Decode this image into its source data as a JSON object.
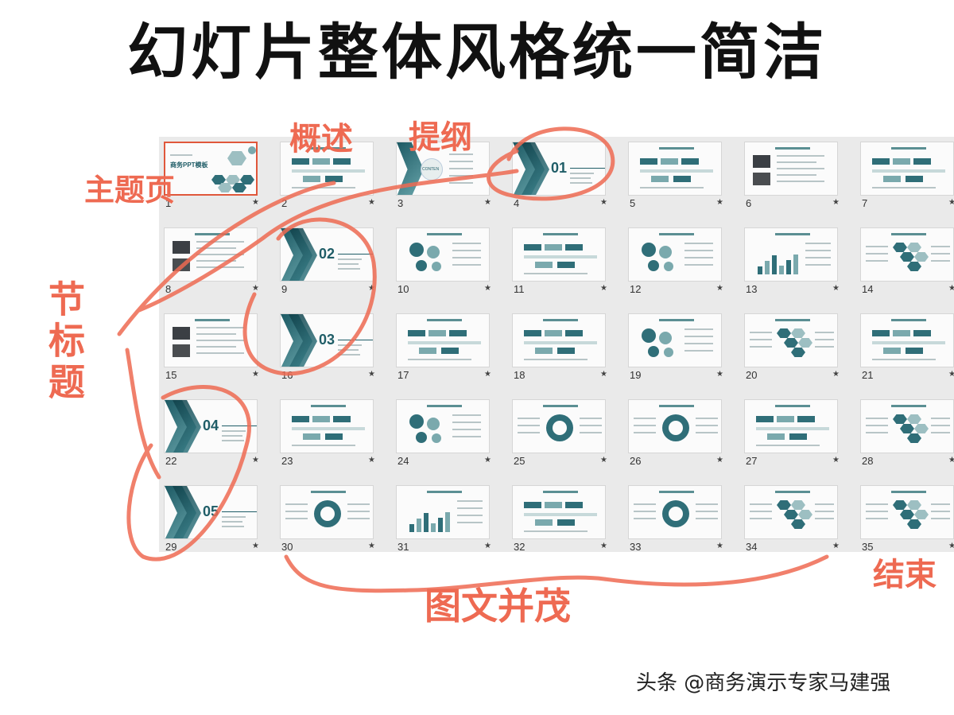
{
  "title": "幻灯片整体风格统一简洁",
  "annotations": {
    "theme_page": "主题页",
    "overview": "概述",
    "outline": "提纲",
    "section_title": "节标题",
    "mixed": "图文并茂",
    "ending": "结束"
  },
  "watermark": "头条 @商务演示专家马建强",
  "colors": {
    "accent": "#2f6e78",
    "annotation": "#ee6a52"
  },
  "slides": [
    {
      "num": "1",
      "kind": "cover",
      "label": "商务PPT模板"
    },
    {
      "num": "2",
      "kind": "timeline"
    },
    {
      "num": "3",
      "kind": "contents",
      "label": "CONTEN"
    },
    {
      "num": "4",
      "kind": "section",
      "label": "01"
    },
    {
      "num": "5",
      "kind": "flow"
    },
    {
      "num": "6",
      "kind": "photos"
    },
    {
      "num": "7",
      "kind": "pyramid"
    },
    {
      "num": "8",
      "kind": "photos2"
    },
    {
      "num": "9",
      "kind": "section",
      "label": "02"
    },
    {
      "num": "10",
      "kind": "circles"
    },
    {
      "num": "11",
      "kind": "boxes"
    },
    {
      "num": "12",
      "kind": "mind"
    },
    {
      "num": "13",
      "kind": "bars"
    },
    {
      "num": "14",
      "kind": "puzzle"
    },
    {
      "num": "15",
      "kind": "map"
    },
    {
      "num": "16",
      "kind": "section",
      "label": "03"
    },
    {
      "num": "17",
      "kind": "diamond"
    },
    {
      "num": "18",
      "kind": "steps"
    },
    {
      "num": "19",
      "kind": "bubbles"
    },
    {
      "num": "20",
      "kind": "hexchain"
    },
    {
      "num": "21",
      "kind": "flow2"
    },
    {
      "num": "22",
      "kind": "section",
      "label": "04"
    },
    {
      "num": "23",
      "kind": "hand"
    },
    {
      "num": "24",
      "kind": "wheel"
    },
    {
      "num": "25",
      "kind": "hexring"
    },
    {
      "num": "26",
      "kind": "donut"
    },
    {
      "num": "27",
      "kind": "arrows"
    },
    {
      "num": "28",
      "kind": "cubes"
    },
    {
      "num": "29",
      "kind": "section",
      "label": "05"
    },
    {
      "num": "30",
      "kind": "semicircle"
    },
    {
      "num": "31",
      "kind": "bars2"
    },
    {
      "num": "32",
      "kind": "quad"
    },
    {
      "num": "33",
      "kind": "cloud"
    },
    {
      "num": "34",
      "kind": "hexnet"
    },
    {
      "num": "35",
      "kind": "end"
    }
  ]
}
